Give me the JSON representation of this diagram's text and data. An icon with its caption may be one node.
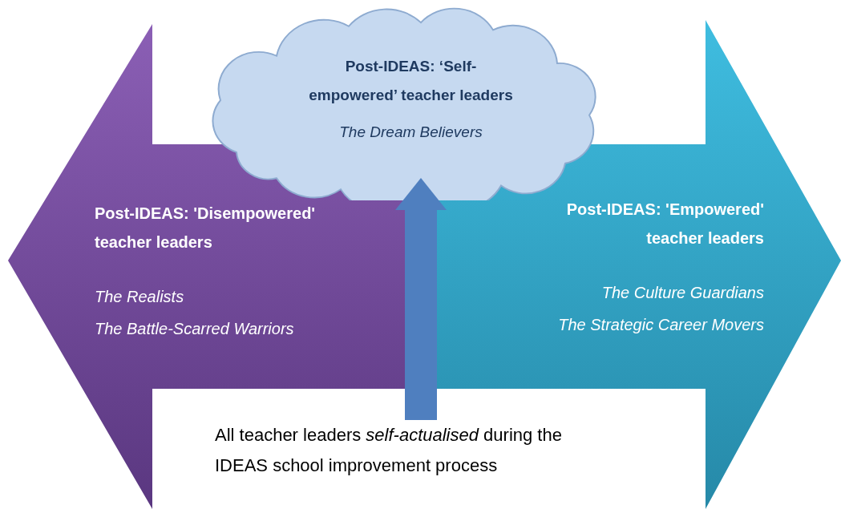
{
  "diagram": {
    "nodes": [
      {
        "text": [
          "Post-IDEAS: 'Disempowered' teacher leaders",
          "The Realists",
          "The Battle-Scarred Warriors"
        ]
      },
      {
        "text": [
          "Post-IDEAS: 'Empowered' teacher leaders",
          "The Culture Guardians",
          "The Strategic Career Movers"
        ]
      },
      {
        "text": [
          "Post-IDEAS: ‘Self-empowered’ teacher leaders",
          "The Dream Believers"
        ]
      },
      {
        "text": [
          "All teacher leaders *self-actualised* during the IDEAS school improvement process"
        ]
      }
    ],
    "edges": [
      {
        "from": 3,
        "to": 2,
        "arrow": "to"
      }
    ]
  }
}
